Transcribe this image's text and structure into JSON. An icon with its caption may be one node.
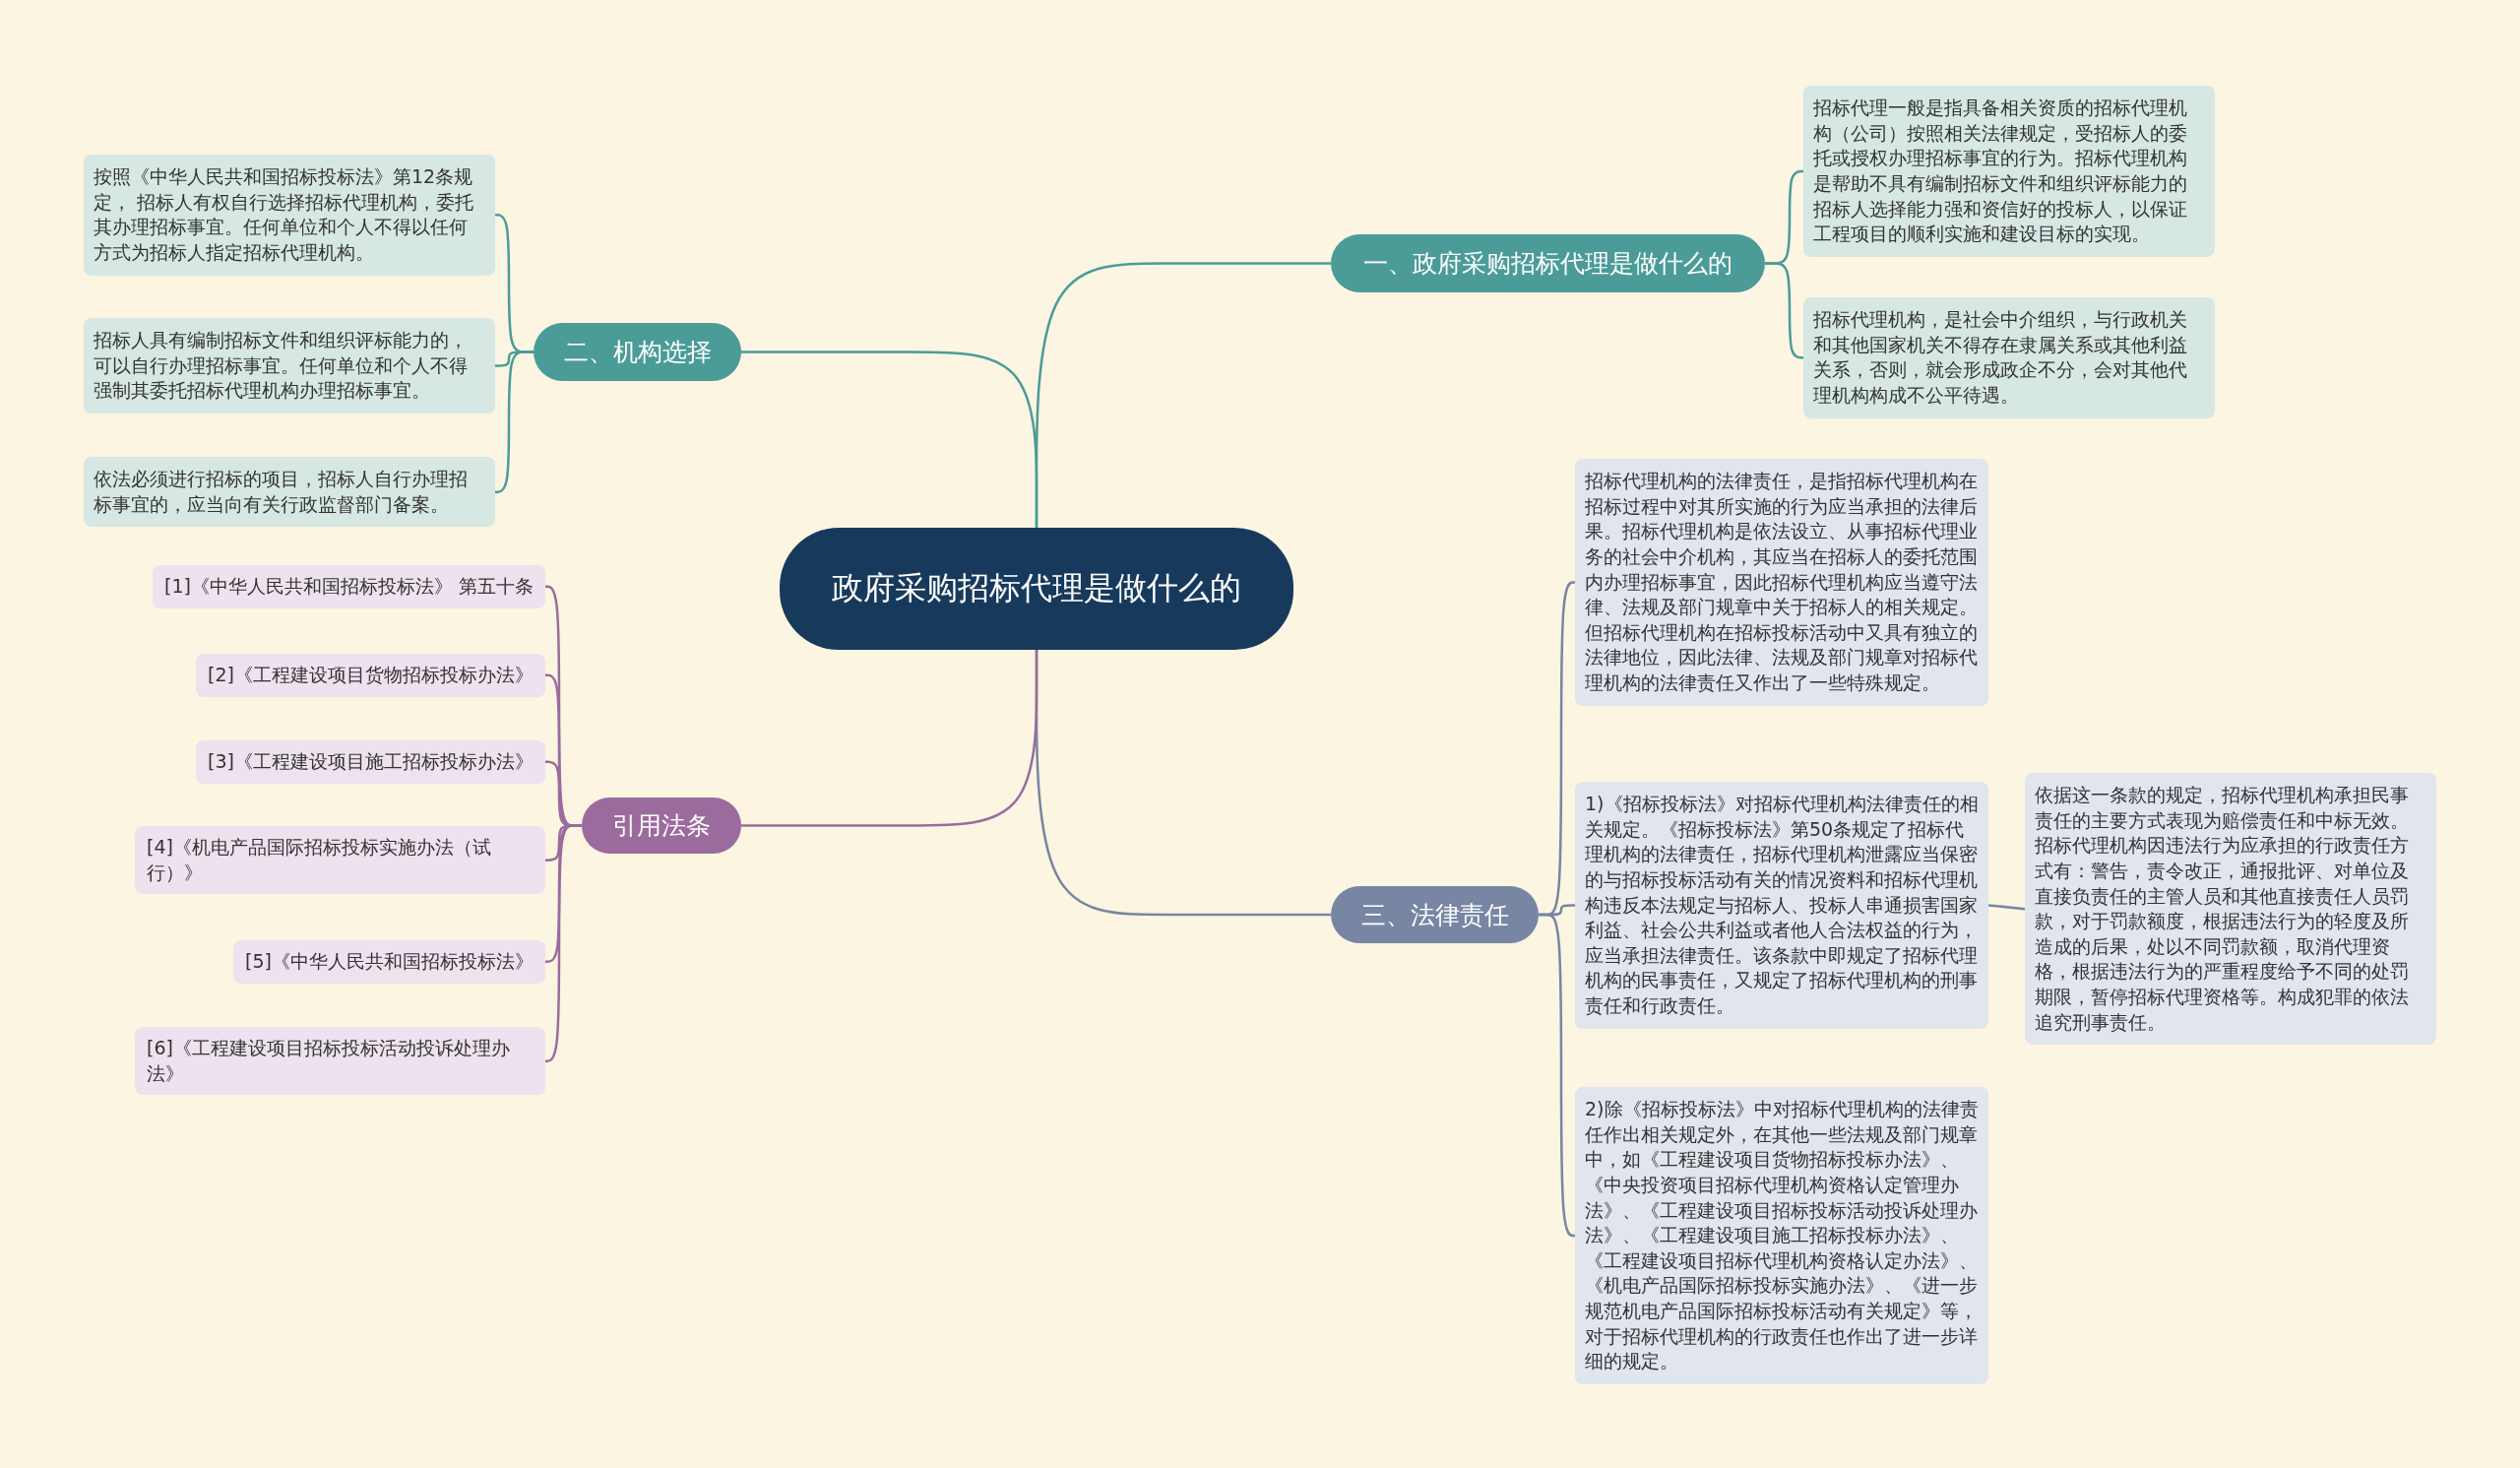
{
  "diagram": {
    "nodes": [
      {
        "text": [
          "政府采购招标代理是做什么的"
        ]
      },
      {
        "text": [
          "一、政府采购招标代理是做什么的"
        ]
      },
      {
        "text": [
          "招标代理一般是指具备相关资质的招标代理机构（公司）按照相关法律规定，受招标人的委托或授权办理招标事宜的行为。招标代理机构是帮助不具有编制招标文件和组织评标能力的招标人选择能力强和资信好的投标人，以保证工程项目的顺利实施和建设目标的实现。"
        ]
      },
      {
        "text": [
          "招标代理机构，是社会中介组织，与行政机关和其他国家机关不得存在隶属关系或其他利益关系，否则，就会形成政企不分，会对其他代理机构构成不公平待遇。"
        ]
      },
      {
        "text": [
          "二、机构选择"
        ]
      },
      {
        "text": [
          "按照《中华人民共和国招标投标法》第12条规定， 招标人有权自行选择招标代理机构，委托其办理招标事宜。任何单位和个人不得以任何方式为招标人指定招标代理机构。"
        ]
      },
      {
        "text": [
          "招标人具有编制招标文件和组织评标能力的，可以自行办理招标事宜。任何单位和个人不得强制其委托招标代理机构办理招标事宜。"
        ]
      },
      {
        "text": [
          "依法必须进行招标的项目，招标人自行办理招标事宜的，应当向有关行政监督部门备案。"
        ]
      },
      {
        "text": [
          "三、法律责任"
        ]
      },
      {
        "text": [
          "招标代理机构的法律责任，是指招标代理机构在招标过程中对其所实施的行为应当承担的法律后果。招标代理机构是依法设立、从事招标代理业务的社会中介机构，其应当在招标人的委托范围内办理招标事宜，因此招标代理机构应当遵守法律、法规及部门规章中关于招标人的相关规定。但招标代理机构在招标投标活动中又具有独立的法律地位，因此法律、法规及部门规章对招标代理机构的法律责任又作出了一些特殊规定。"
        ]
      },
      {
        "text": [
          "1)《招标投标法》对招标代理机构法律责任的相关规定。《招标投标法》第50条规定了招标代理机构的法律责任，招标代理机构泄露应当保密的与招标投标活动有关的情况资料和招标代理机构违反本法规定与招标人、投标人串通损害国家利益、社会公共利益或者他人合法权益的行为，应当承担法律责任。该条款中即规定了招标代理机构的民事责任，又规定了招标代理机构的刑事责任和行政责任。"
        ]
      },
      {
        "text": [
          "2)除《招标投标法》中对招标代理机构的法律责任作出相关规定外，在其他一些法规及部门规章中，如《工程建设项目货物招标投标办法》、《中央投资项目招标代理机构资格认定管理办法》、《工程建设项目招标投标活动投诉处理办法》、《工程建设项目施工招标投标办法》、《工程建设项目招标代理机构资格认定办法》、《机电产品国际招标投标实施办法》、《进一步规范机电产品国际招标投标活动有关规定》等，对于招标代理机构的行政责任也作出了进一步详细的规定。"
        ]
      },
      {
        "text": [
          "依据这一条款的规定，招标代理机构承担民事责任的主要方式表现为赔偿责任和中标无效。招标代理机构因违法行为应承担的行政责任方式有：警告，责令改正，通报批评、对单位及直接负责任的主管人员和其他直接责任人员罚款，对于罚款额度，根据违法行为的轻度及所造成的后果，处以不同罚款额，取消代理资格，根据违法行为的严重程度给予不同的处罚期限，暂停招标代理资格等。构成犯罪的依法追究刑事责任。"
        ]
      },
      {
        "text": [
          "引用法条"
        ]
      },
      {
        "text": [
          "[1]《中华人民共和国招标投标法》 第五十条"
        ]
      },
      {
        "text": [
          "[2]《工程建设项目货物招标投标办法》"
        ]
      },
      {
        "text": [
          "[3]《工程建设项目施工招标投标办法》"
        ]
      },
      {
        "text": [
          "[4]《机电产品国际招标投标实施办法（试行）》"
        ]
      },
      {
        "text": [
          "[5]《中华人民共和国招标投标法》"
        ]
      },
      {
        "text": [
          "[6]《工程建设项目招标投标活动投诉处理办法》"
        ]
      }
    ],
    "edges": [
      {
        "from": 0,
        "to": 1,
        "arrow": "none",
        "color": "#4b9c98"
      },
      {
        "from": 1,
        "to": 2,
        "arrow": "none",
        "color": "#4b9c98"
      },
      {
        "from": 1,
        "to": 3,
        "arrow": "none",
        "color": "#4b9c98"
      },
      {
        "from": 0,
        "to": 4,
        "arrow": "none",
        "color": "#4b9c98"
      },
      {
        "from": 4,
        "to": 5,
        "arrow": "none",
        "color": "#4b9c98"
      },
      {
        "from": 4,
        "to": 6,
        "arrow": "none",
        "color": "#4b9c98"
      },
      {
        "from": 4,
        "to": 7,
        "arrow": "none",
        "color": "#4b9c98"
      },
      {
        "from": 0,
        "to": 8,
        "arrow": "none",
        "color": "#7886a3"
      },
      {
        "from": 8,
        "to": 9,
        "arrow": "none",
        "color": "#7886a3"
      },
      {
        "from": 8,
        "to": 10,
        "arrow": "none",
        "color": "#7886a3"
      },
      {
        "from": 8,
        "to": 11,
        "arrow": "none",
        "color": "#7886a3"
      },
      {
        "from": 10,
        "to": 12,
        "arrow": "none",
        "color": "#7886a3"
      },
      {
        "from": 0,
        "to": 13,
        "arrow": "none",
        "color": "#9b6b9e"
      },
      {
        "from": 13,
        "to": 14,
        "arrow": "none",
        "color": "#9b6b9e"
      },
      {
        "from": 13,
        "to": 15,
        "arrow": "none",
        "color": "#9b6b9e"
      },
      {
        "from": 13,
        "to": 16,
        "arrow": "none",
        "color": "#9b6b9e"
      },
      {
        "from": 13,
        "to": 17,
        "arrow": "none",
        "color": "#9b6b9e"
      },
      {
        "from": 13,
        "to": 18,
        "arrow": "none",
        "color": "#9b6b9e"
      },
      {
        "from": 13,
        "to": 19,
        "arrow": "none",
        "color": "#9b6b9e"
      }
    ]
  }
}
